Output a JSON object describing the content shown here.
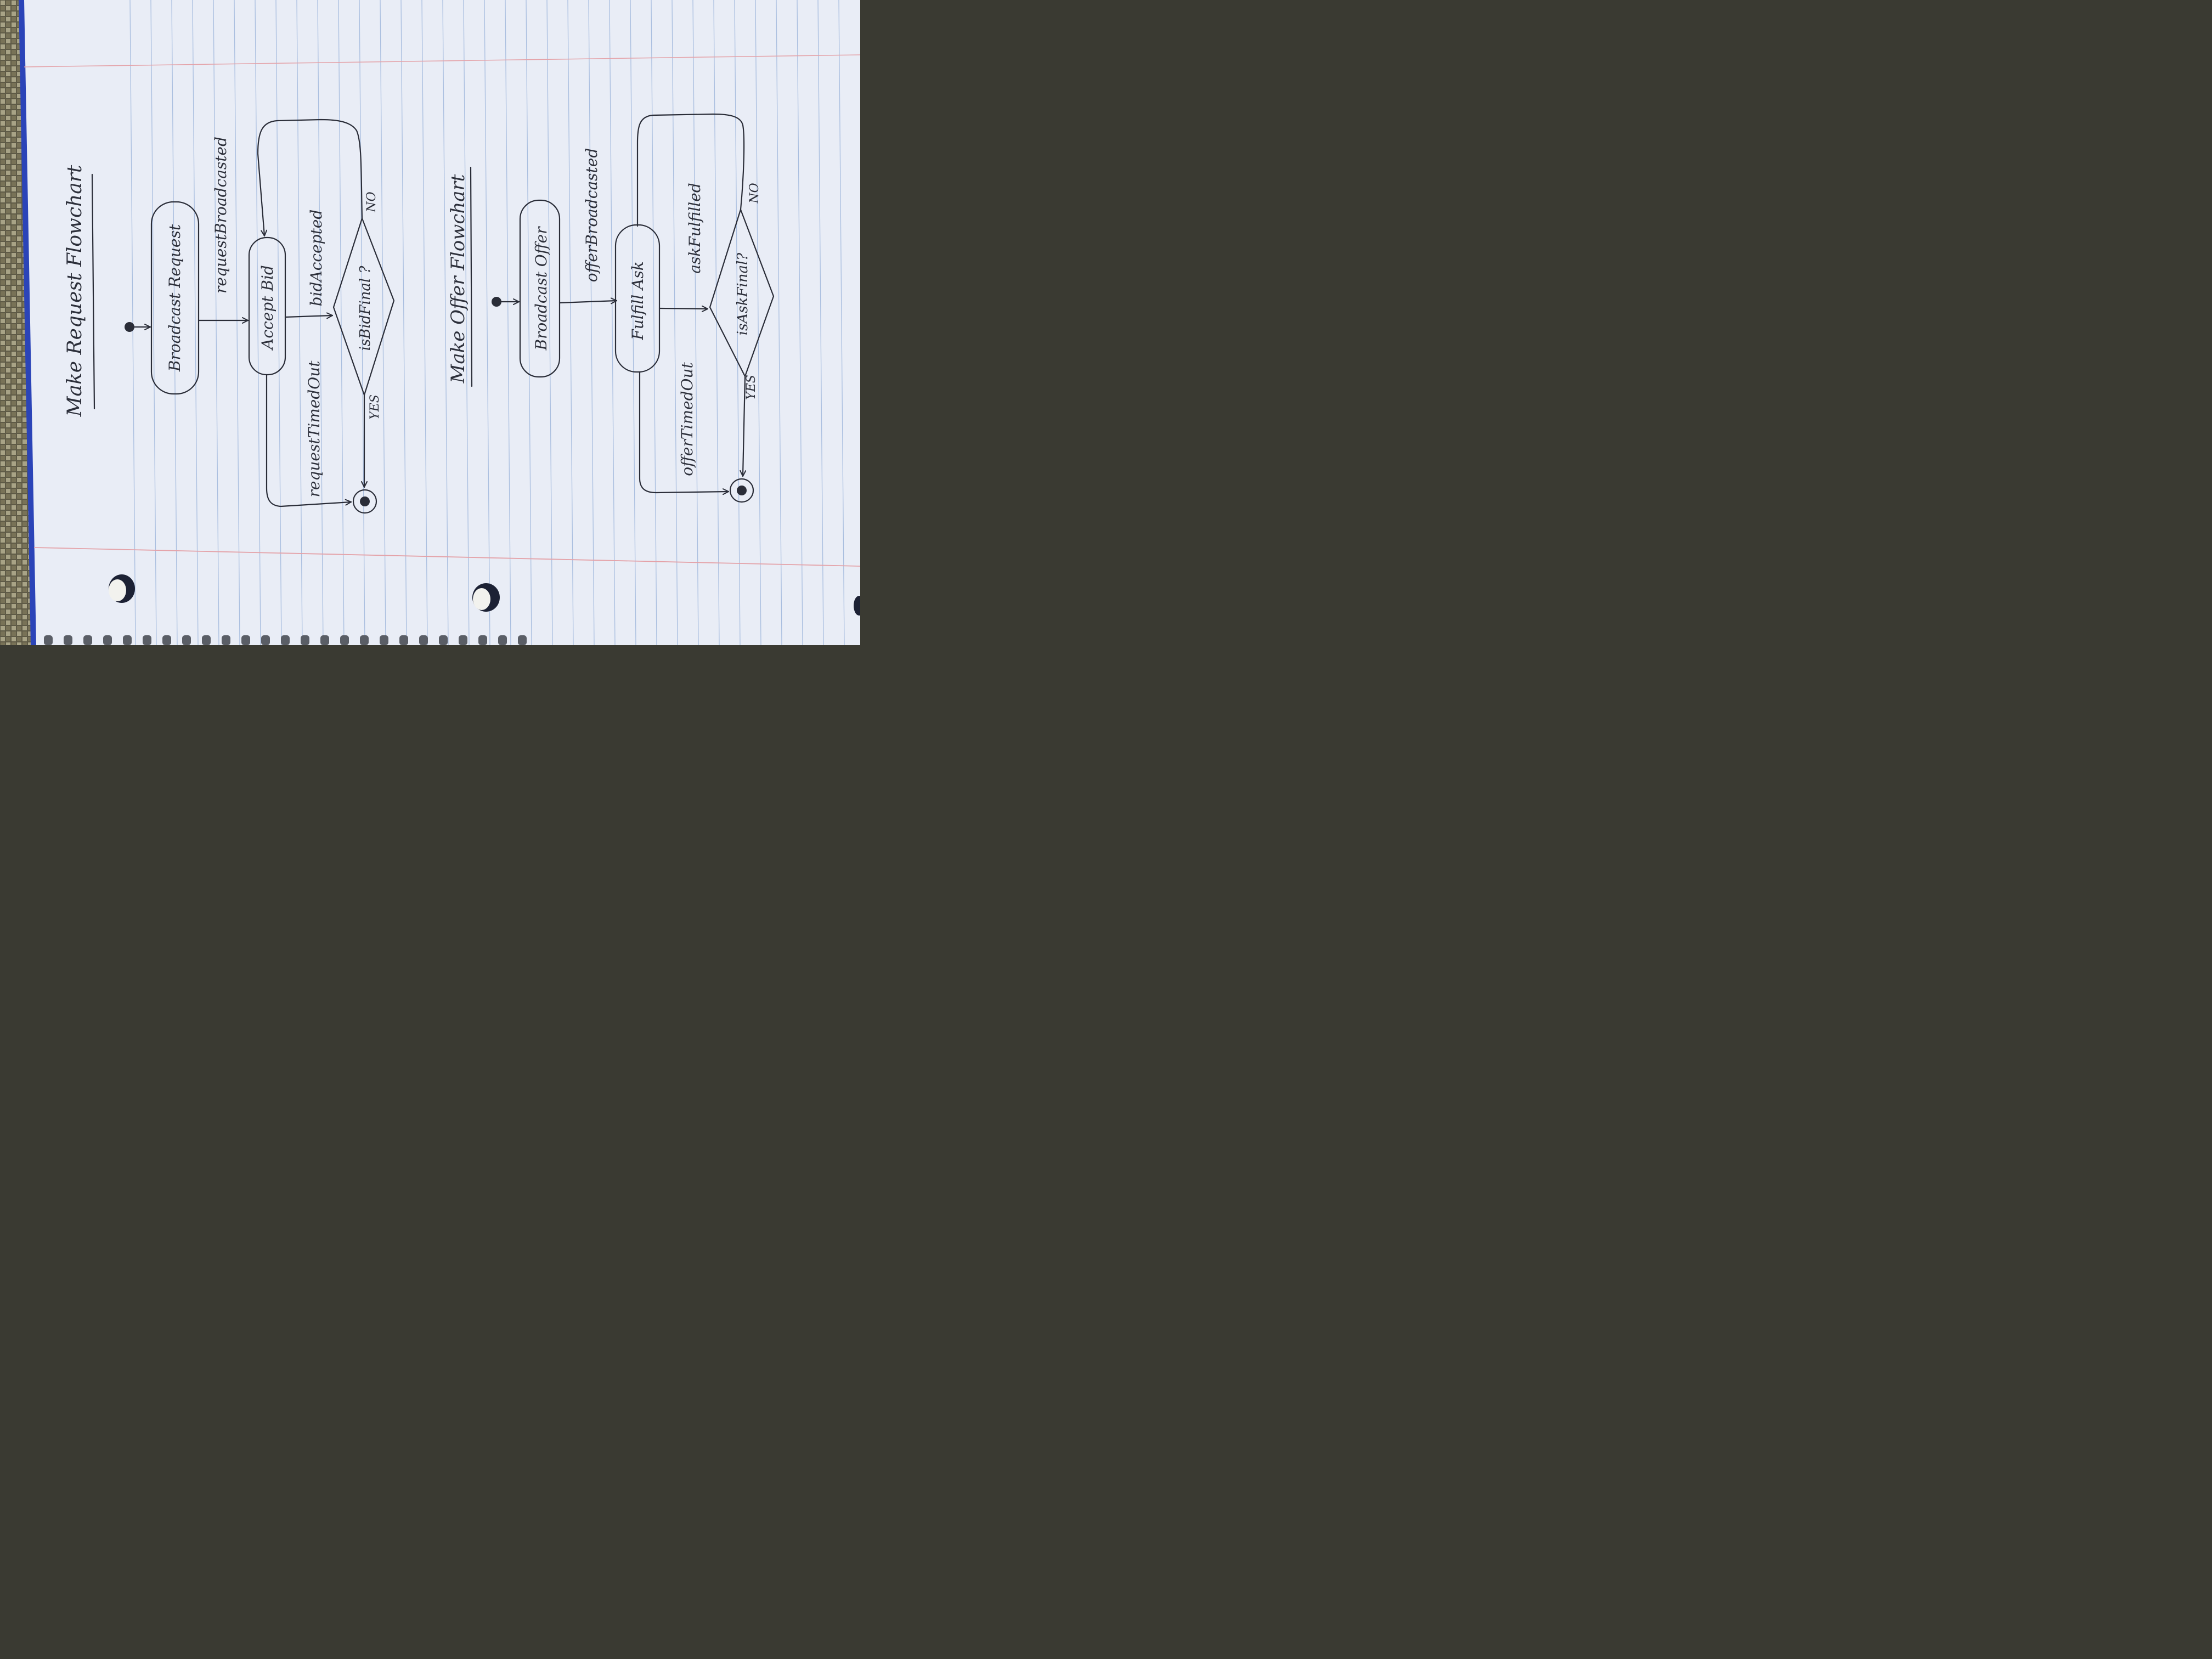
{
  "diagram_1": {
    "title": "Make Request Flowchart",
    "nodes": {
      "broadcast": "Broadcast Request",
      "accept": "Accept Bid",
      "decision": "isBidFinal ?"
    },
    "edges": {
      "broadcasted": "requestBroadcasted",
      "accepted": "bidAccepted",
      "timed_out": "requestTimedOut",
      "yes": "YES",
      "no": "NO"
    }
  },
  "diagram_2": {
    "title": "Make Offer Flowchart",
    "nodes": {
      "broadcast": "Broadcast Offer",
      "fulfill": "Fulfill Ask",
      "decision": "isAskFinal?"
    },
    "edges": {
      "broadcasted": "offerBroadcasted",
      "fulfilled": "askFulfilled",
      "timed_out": "offerTimedOut",
      "yes": "YES",
      "no": "NO"
    }
  },
  "colors": {
    "paper": "#e9edf6",
    "rule_line": "#a9bedf",
    "margin_line": "#e4a2a8",
    "ink": "#2a2d38",
    "binding": "#2b44b8",
    "mat": "#6e6a54"
  }
}
